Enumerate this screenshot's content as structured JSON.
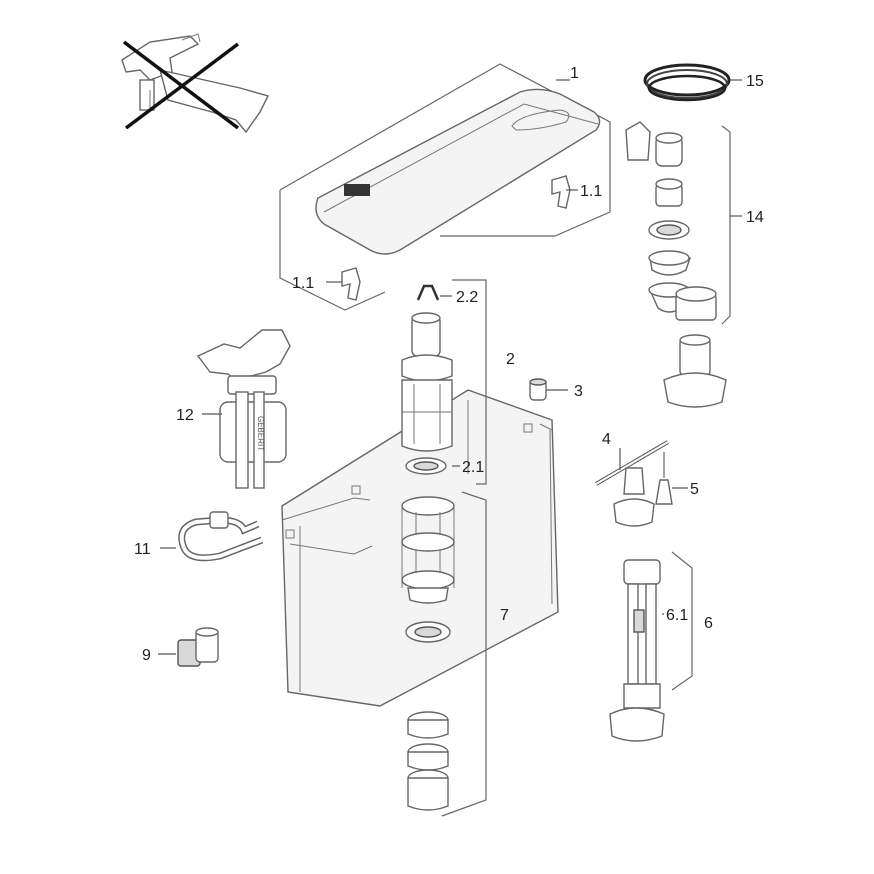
{
  "labels": {
    "l1": "1",
    "l1_1a": "1.1",
    "l1_1b": "1.1",
    "l2": "2",
    "l2_1": "2.1",
    "l2_2": "2.2",
    "l3": "3",
    "l4": "4",
    "l5": "5",
    "l6": "6",
    "l6_1": "6.1",
    "l7": "7",
    "l9": "9",
    "l11": "11",
    "l12": "12",
    "l14": "14",
    "l15": "15"
  },
  "brand_mark": "GEBERIT"
}
